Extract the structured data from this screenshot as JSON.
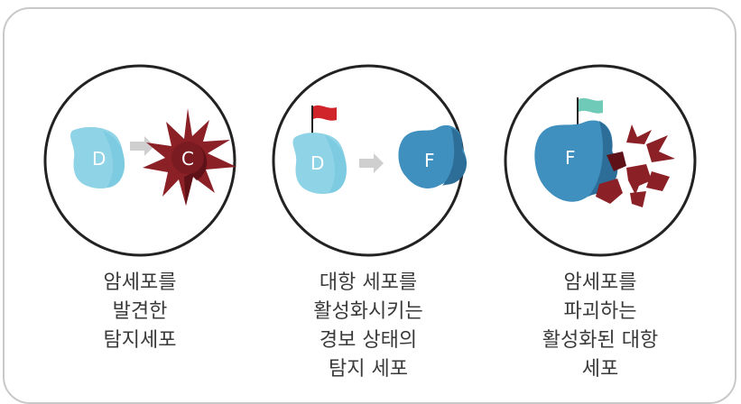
{
  "panels": [
    {
      "caption_lines": [
        "암세포를",
        "발견한",
        "탐지세포"
      ],
      "cells": {
        "left": "D",
        "right": "C"
      }
    },
    {
      "caption_lines": [
        "대항 세포를",
        "활성화시키는",
        "경보 상태의",
        "탐지 세포"
      ],
      "cells": {
        "left": "D",
        "right": "F"
      }
    },
    {
      "caption_lines": [
        "암세포를",
        "파괴하는",
        "활성화된 대항",
        "세포"
      ],
      "cells": {
        "main": "F"
      }
    }
  ],
  "colors": {
    "detector_cell": "#8fd3e6",
    "detector_cell_dark": "#6fc3db",
    "cancer_cell": "#8b2027",
    "cancer_cell_dark": "#5e1218",
    "counter_cell": "#3f8fbf",
    "counter_cell_dark": "#2d6e98",
    "arrow": "#cfcfcf",
    "flag_red": "#d0232a",
    "flag_teal": "#6fcab8",
    "outline": "#222222",
    "frame": "#c9c9c9"
  }
}
